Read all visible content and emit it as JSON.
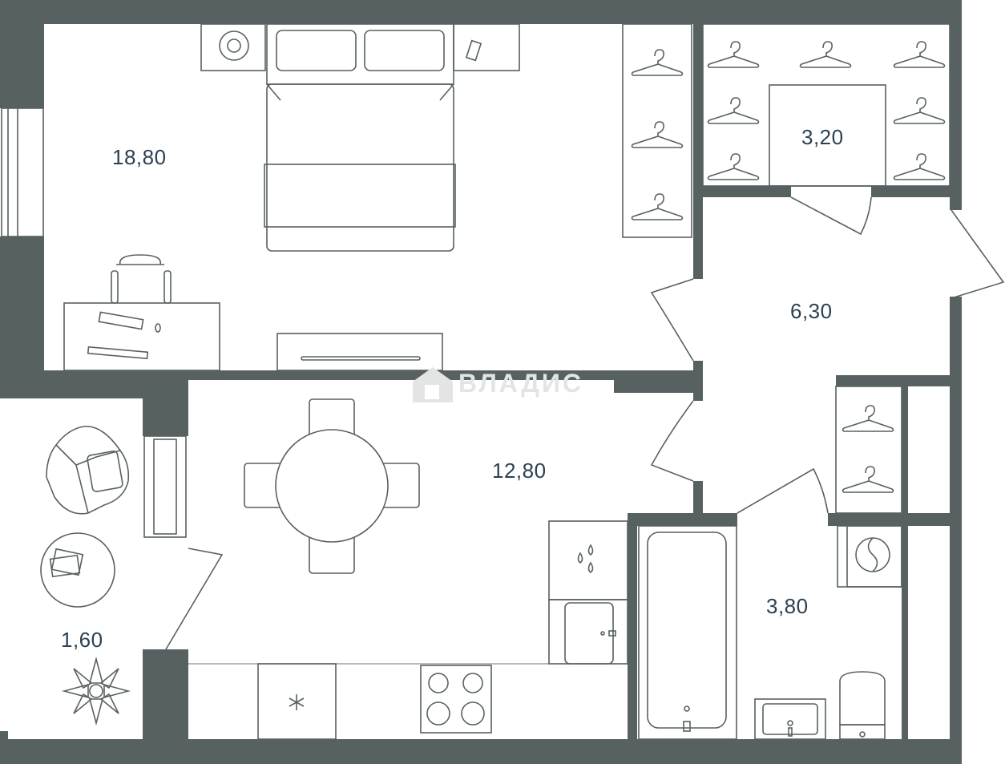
{
  "rooms": [
    {
      "id": "bedroom",
      "area": "18,80"
    },
    {
      "id": "wardrobe",
      "area": "3,20"
    },
    {
      "id": "hall",
      "area": "6,30"
    },
    {
      "id": "kitchen-living",
      "area": "12,80"
    },
    {
      "id": "balcony",
      "area": "1,60"
    },
    {
      "id": "bathroom",
      "area": "3,80"
    }
  ],
  "watermark": "ВЛАДИС",
  "colors": {
    "wall": "#586161",
    "label": "#2c4152",
    "watermark": "#e3e5e5"
  }
}
